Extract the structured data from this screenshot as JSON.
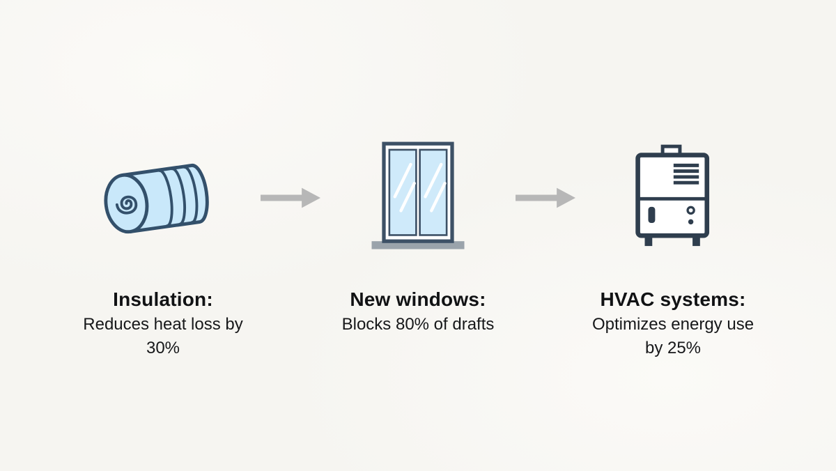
{
  "meta": {
    "description_of_page": "Infographic diagram showing three home energy-efficiency steps connected by arrows",
    "background_color": "#f6f5f1",
    "arrow_color": "#b7b7b7",
    "icon_fill_color": "#c9e8fa",
    "icon_stroke_color": "#33506b",
    "hvac_stroke_color": "#2f3e4e",
    "sill_color": "#9aa3ab",
    "text_color": "#111214"
  },
  "steps": [
    {
      "icon": "insulation-roll-icon",
      "title": "Insulation:",
      "description": "Reduces heat loss by 30%"
    },
    {
      "icon": "window-icon",
      "title": "New windows:",
      "description": "Blocks 80% of drafts"
    },
    {
      "icon": "hvac-unit-icon",
      "title": "HVAC systems:",
      "description": "Optimizes energy use by 25%"
    }
  ]
}
